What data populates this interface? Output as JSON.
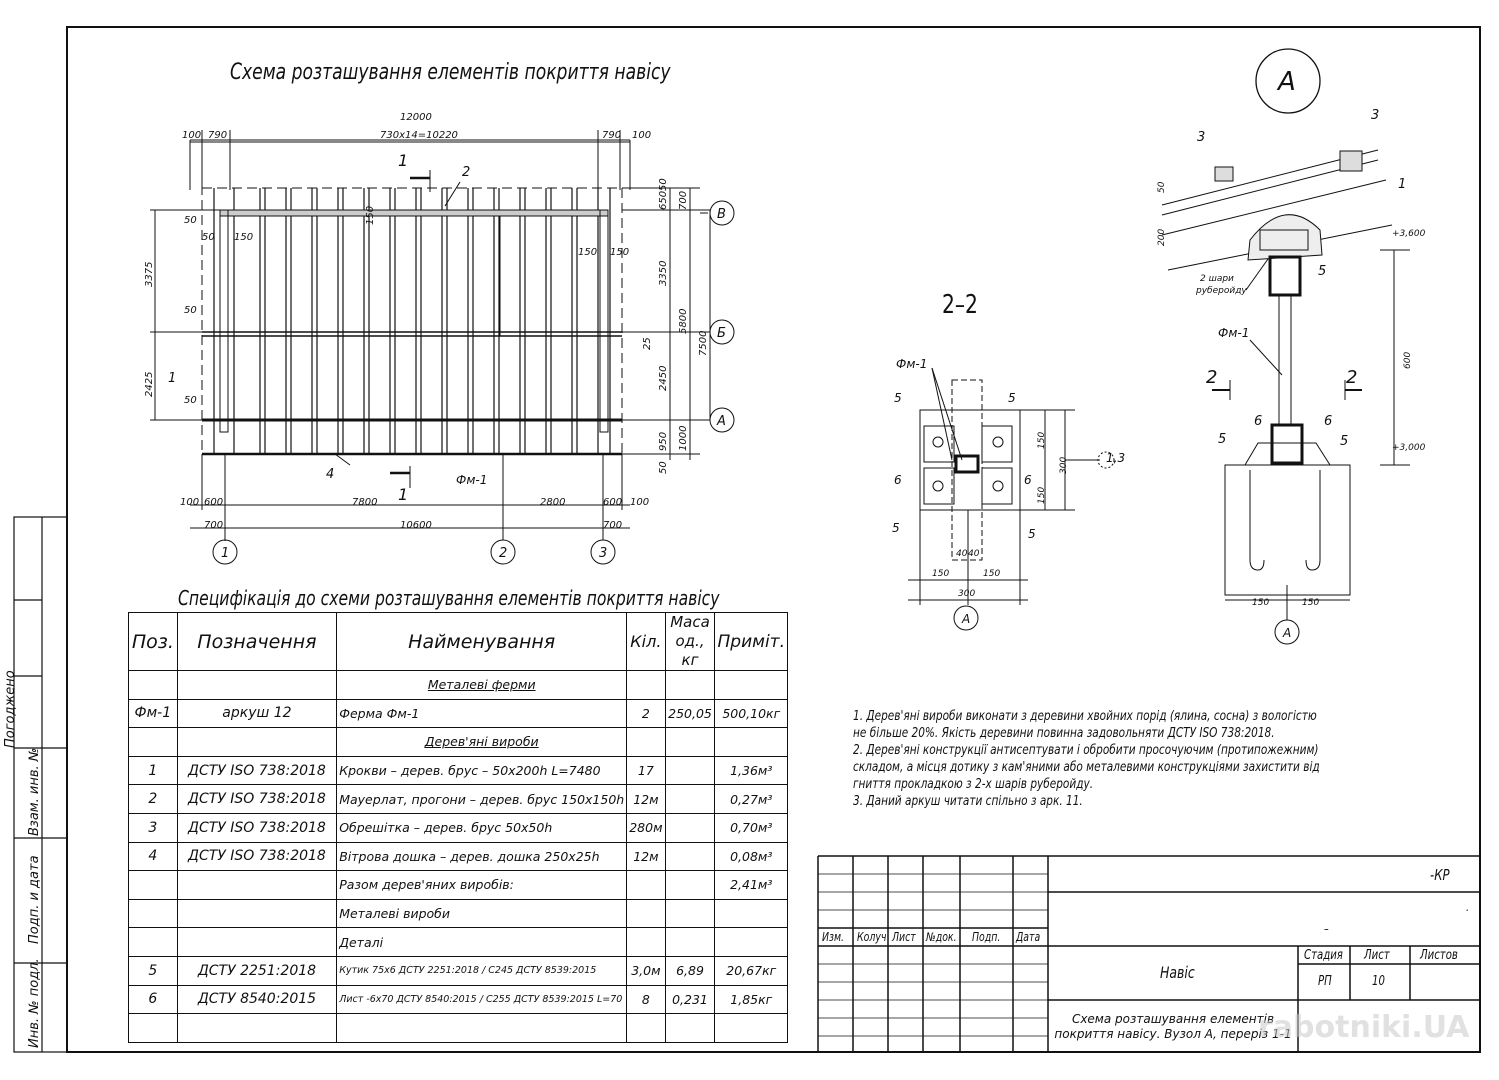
{
  "scheme_title": "Схема розташування елементів покриття навісу",
  "spec_title": "Специфікація до схеми розташування елементів покриття навісу",
  "section_22_title": "2–2",
  "node_a_title": "А",
  "plan": {
    "dim_top_total": "12000",
    "dim_top_parts": [
      "100",
      "790",
      "730x14=10220",
      "790",
      "100"
    ],
    "dim_bottom_parts": [
      "100",
      "600",
      "7800",
      "2800",
      "600",
      "100"
    ],
    "dim_bottom_total_parts": [
      "700",
      "10600",
      "700"
    ],
    "dim_left": [
      "3375",
      "2425"
    ],
    "dim_right_inner": [
      "650",
      "3350",
      "2450",
      "950",
      "50",
      "50"
    ],
    "dim_right_outer": [
      "700",
      "5800",
      "7500",
      "1000"
    ],
    "dim_misc": [
      "50",
      "150",
      "25",
      "50",
      "50",
      "50",
      "150",
      "150",
      "150"
    ],
    "axes_rows": [
      "В",
      "Б",
      "А"
    ],
    "axes_cols": [
      "1",
      "2",
      "3"
    ],
    "callouts": [
      "1",
      "2",
      "1",
      "4",
      "Фм-1",
      "1"
    ]
  },
  "section22": {
    "labels": [
      "Фм-1",
      "5",
      "5",
      "6",
      "6",
      "5",
      "5"
    ],
    "dims": [
      "150",
      "300",
      "150",
      "1,3",
      "40",
      "40",
      "150",
      "150",
      "300"
    ],
    "axis": "А"
  },
  "nodeA": {
    "labels": [
      "3",
      "3",
      "1",
      "50",
      "200",
      "2 шари",
      "руберойду",
      "5",
      "Фм-1",
      "600",
      "2",
      "2",
      "6",
      "6",
      "5",
      "5",
      "150",
      "150"
    ],
    "levels": [
      "+3,600",
      "+3,000"
    ],
    "axis": "А"
  },
  "spec_table": {
    "headers": [
      "Поз.",
      "Позначення",
      "Найменування",
      "Кіл.",
      "Маса од., кг",
      "Приміт."
    ],
    "rows": [
      {
        "pos": "",
        "code": "",
        "name": "Металеві ферми",
        "qty": "",
        "mass": "",
        "note": "",
        "group": true
      },
      {
        "pos": "Фм-1",
        "code": "аркуш 12",
        "name": "Ферма Фм-1",
        "qty": "2",
        "mass": "250,05",
        "note": "500,10кг"
      },
      {
        "pos": "",
        "code": "",
        "name": "Дерев'яні вироби",
        "qty": "",
        "mass": "",
        "note": "",
        "group": true
      },
      {
        "pos": "1",
        "code": "ДСТУ ISO 738:2018",
        "name": "Крокви – дерев. брус – 50х200h  L=7480",
        "qty": "17",
        "mass": "",
        "note": "1,36м³"
      },
      {
        "pos": "2",
        "code": "ДСТУ ISO 738:2018",
        "name": "Мауерлат, прогони – дерев. брус 150х150h",
        "qty": "12м",
        "mass": "",
        "note": "0,27м³"
      },
      {
        "pos": "3",
        "code": "ДСТУ ISO 738:2018",
        "name": "Обрешітка – дерев. брус 50х50h",
        "qty": "280м",
        "mass": "",
        "note": "0,70м³"
      },
      {
        "pos": "4",
        "code": "ДСТУ ISO 738:2018",
        "name": "Вітрова дошка – дерев. дошка 250х25h",
        "qty": "12м",
        "mass": "",
        "note": "0,08м³"
      },
      {
        "pos": "",
        "code": "",
        "name": "Разом дерев'яних виробів:",
        "qty": "",
        "mass": "",
        "note": "2,41м³"
      },
      {
        "pos": "",
        "code": "",
        "name": "Металеві вироби",
        "qty": "",
        "mass": "",
        "note": ""
      },
      {
        "pos": "",
        "code": "",
        "name": "Деталі",
        "qty": "",
        "mass": "",
        "note": ""
      },
      {
        "pos": "5",
        "code": "ДСТУ 2251:2018",
        "name": "Кутик 75х6 ДСТУ 2251:2018 / С245 ДСТУ 8539:2015",
        "qty": "3,0м",
        "mass": "6,89",
        "note": "20,67кг"
      },
      {
        "pos": "6",
        "code": "ДСТУ 8540:2015",
        "name": "Лист -6х70 ДСТУ 8540:2015 / С255 ДСТУ 8539:2015  L=70",
        "qty": "8",
        "mass": "0,231",
        "note": "1,85кг"
      },
      {
        "pos": "",
        "code": "",
        "name": "",
        "qty": "",
        "mass": "",
        "note": ""
      }
    ]
  },
  "notes": [
    "1. Дерев'яні вироби виконати з деревини хвойних порід (ялина, сосна) з вологістю",
    "не більше 20%. Якість деревини повинна задовольняти ДСТУ ISO 738:2018.",
    "2. Дерев'яні конструкції антисептувати і обробити просочуючим (протипожежним)",
    "складом, а місця дотику з кам'яними або металевими  конструкціями захистити від",
    "гниття прокладкою з 2-х шарів руберойду.",
    "3. Даний аркуш читати спільно з арк. 11."
  ],
  "title_block": {
    "code": "-КР",
    "header_cells": [
      "Изм.",
      "Колуч",
      "Лист",
      "№док.",
      "Подп.",
      "Дата"
    ],
    "object": "Навіс",
    "stage_label": "Стадия",
    "sheet_label": "Лист",
    "sheets_label": "Листов",
    "stage": "РП",
    "sheet": "10",
    "sheet_title": "Схема розташування елементів покриття навісу. Вузол А, переріз 1-1",
    "dash": "–",
    "dot": "."
  },
  "side_stamp": [
    "Погоджено",
    "Взам. инв. №",
    "Подп. и дата",
    "Инв. № подл."
  ],
  "watermark": "rabotniki.UA"
}
